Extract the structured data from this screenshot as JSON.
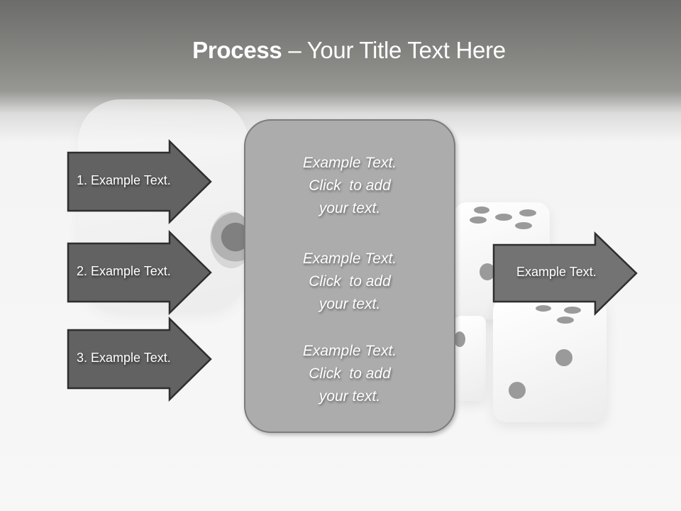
{
  "title": {
    "bold": "Process",
    "rest": " – Your Title Text Here"
  },
  "left_arrows": [
    {
      "label": "1. Example Text."
    },
    {
      "label": "2. Example Text."
    },
    {
      "label": "3. Example Text."
    }
  ],
  "center_panel": {
    "blocks": [
      {
        "lines": [
          "Example Text.",
          "Click  to add",
          "your text."
        ]
      },
      {
        "lines": [
          "Example Text.",
          "Click  to add",
          "your text."
        ]
      },
      {
        "lines": [
          "Example Text.",
          "Click  to add",
          "your text."
        ]
      }
    ]
  },
  "right_arrow": {
    "label": "Example Text."
  },
  "colors": {
    "header_gray": "#7c7c7a",
    "left_arrow_fill": "#626262",
    "right_arrow_fill": "#737373",
    "arrow_stroke": "#2e2e2e",
    "panel_fill": "#acacac",
    "panel_stroke": "#7c7c7c",
    "text": "#ffffff"
  }
}
